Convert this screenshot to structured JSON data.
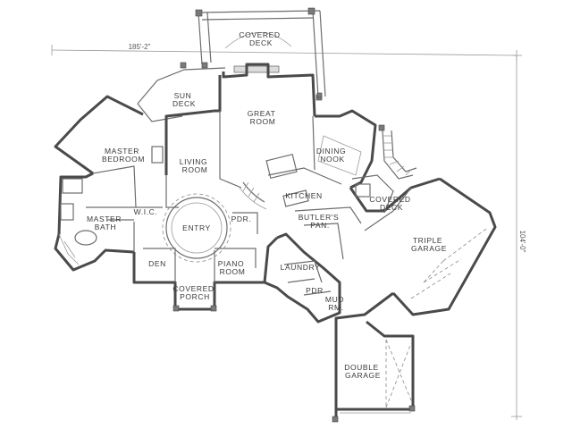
{
  "plan": {
    "dimension_width": "185'-2\"",
    "dimension_depth": "104'-0\"",
    "rooms": {
      "covered_deck_top": [
        "COVERED",
        "DECK"
      ],
      "sun_deck": [
        "SUN",
        "DECK"
      ],
      "great_room": [
        "GREAT",
        "ROOM"
      ],
      "master_bedroom": [
        "MASTER",
        "BEDROOM"
      ],
      "living_room": [
        "LIVING",
        "ROOM"
      ],
      "dining_nook": [
        "DINING",
        "NOOK"
      ],
      "kitchen": [
        "KITCHEN"
      ],
      "covered_deck_right": [
        "COVERED",
        "DECK"
      ],
      "wic": [
        "W.I.C."
      ],
      "master_bath": [
        "MASTER",
        "BATH"
      ],
      "entry": [
        "ENTRY"
      ],
      "pdr_upper": [
        "PDR."
      ],
      "butlers_pan": [
        "BUTLER'S",
        "PAN."
      ],
      "triple_garage": [
        "TRIPLE",
        "GARAGE"
      ],
      "den": [
        "DEN"
      ],
      "piano_room": [
        "PIANO",
        "ROOM"
      ],
      "laundry": [
        "LAUNDRY"
      ],
      "pdr_lower": [
        "PDR"
      ],
      "mud_rm": [
        "MUD",
        "RM."
      ],
      "covered_porch": [
        "COVERED",
        "PORCH"
      ],
      "double_garage": [
        "DOUBLE",
        "GARAGE"
      ]
    }
  }
}
